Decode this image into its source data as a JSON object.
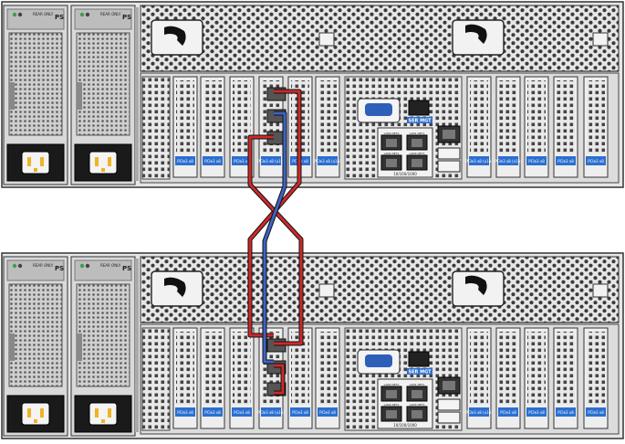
{
  "psu_label": "PS",
  "psu_badge": "REAR ONLY",
  "serial_mgt_label": "SER MGT",
  "lan_labels": [
    "LAN0 NET0",
    "LAN1 NET1",
    "LAN2 NET2",
    "LAN3 NET3"
  ],
  "speed_label": "10/100/1000",
  "slot_labels": {
    "left_top": [
      "PCIe3 x8",
      "PCIe3 x8",
      "PCIe3 x8",
      "PCIe3 x8 (x16)",
      "PCIe3 x8",
      "PCIe3 x8 (x16)"
    ],
    "right_top": [
      "PCIe3 x8 (x16)",
      "PCIe3 x8 (x16)",
      "PCIe3 x8",
      "PCIe3 x8",
      "PCIe3 x8"
    ],
    "left_bottom": [
      "PCIe3 x8",
      "PCIe3 x8",
      "PCIe3 x8",
      "PCIe3 x8 (x16)",
      "PCIe3 x8",
      "PCIe3 x8"
    ],
    "right_bottom": [
      "PCIe3 x8 (x16)",
      "PCIe3 x8",
      "PCIe3 x8",
      "PCIe3 x8",
      "PCIe3 x8"
    ]
  },
  "colors": {
    "chassis": "#e6e6e6",
    "outline": "#333333",
    "mesh": "#555555",
    "slot_label": "#2b6fd0",
    "cable_red": "#cc2a2a",
    "cable_blue": "#3d63c4",
    "psu_dark": "#1a1a1a",
    "psu_led": "#3aa14a",
    "psu_amber": "#f0b323"
  },
  "icons": [
    "power-supply-icon",
    "vga-port-icon",
    "ethernet-port-icon",
    "usb-port-icon",
    "mesh-vent-icon",
    "pcie-slot-icon"
  ]
}
